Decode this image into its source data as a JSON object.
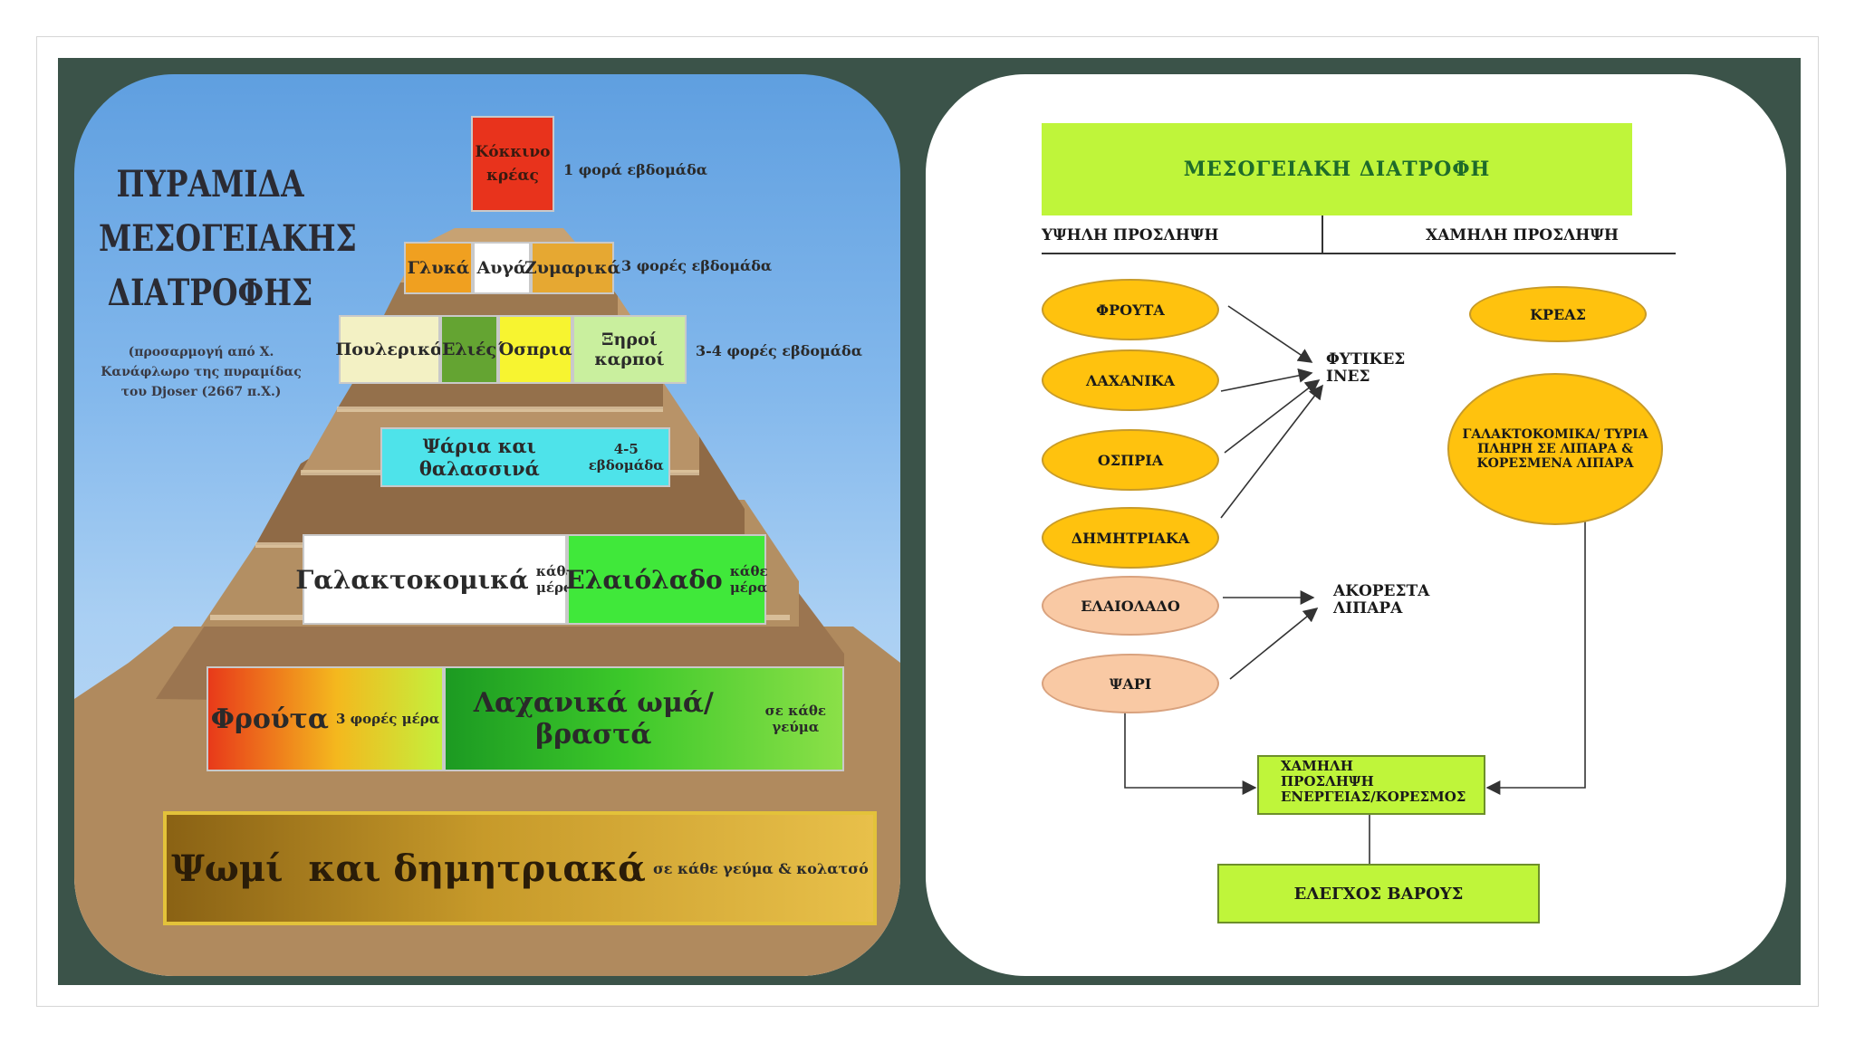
{
  "pyramid": {
    "title_line1": "ΠΥΡΑΜΙΔΑ",
    "title_line2": "ΜΕΣΟΓΕΙΑΚΗΣ",
    "title_line3": "ΔΙΑΤΡΟΦΗΣ",
    "subtitle": "(προσαρμογή από Χ. Κανάφλωρο της πυραμίδας του Djoser (2667 π.Χ.)",
    "tiers": {
      "red_meat": {
        "label": "Κόκκινο κρέας",
        "note": "1 φορά εβδομάδα"
      },
      "sweets_row": {
        "sweets": "Γλυκά",
        "eggs": "Αυγά",
        "pasta": "Ζυμαρικά",
        "note": "3 φορές εβδομάδα"
      },
      "poultry_row": {
        "poultry": "Πουλερικά",
        "olives": "Ελιές",
        "legumes": "Όσπρια",
        "nuts": "Ξηροί καρποί",
        "note": "3-4 φορές εβδομάδα"
      },
      "fish": {
        "label": "Ψάρια και θαλασσινά",
        "note": "4-5 εβδομάδα"
      },
      "dairy": {
        "label": "Γαλακτοκομικά",
        "note": "κάθε μέρα"
      },
      "olive_oil": {
        "label": "Ελαιόλαδο",
        "note": "κάθε μέρα"
      },
      "fruits": {
        "label": "Φρούτα",
        "note": "3 φορές μέρα"
      },
      "vegetables": {
        "label": "Λαχανικά ωμά/βραστά",
        "note": "σε κάθε γεύμα"
      },
      "bread": {
        "label": "Ψωμί  και δημητριακά",
        "note": "σε κάθε γεύμα & κολατσό"
      }
    }
  },
  "flow": {
    "title": "ΜΕΣΟΓΕΙΑΚΗ ΔΙΑΤΡΟΦΗ",
    "high_intake": "ΥΨΗΛΗ ΠΡΟΣΛΗΨΗ",
    "low_intake": "ΧΑΜΗΛΗ ΠΡΟΣΛΗΨΗ",
    "high_items": [
      "ΦΡΟΥΤΑ",
      "ΛΑΧΑΝΙΚΑ",
      "ΟΣΠΡΙΑ",
      "ΔΗΜΗΤΡΙΑΚΑ",
      "ΕΛΑΙΟΛΑΔΟ",
      "ΨΑΡΙ"
    ],
    "low_items": [
      "ΚΡΕΑΣ",
      "ΓΑΛΑΚΤΟΚΟΜΙΚΑ/ ΤΥΡΙΑ ΠΛΗΡΗ ΣΕ ΛΙΠΑΡΑ & ΚΟΡΕΣΜΕΝΑ ΛΙΠΑΡΑ"
    ],
    "fibers_line1": "ΦΥΤΙΚΕΣ",
    "fibers_line2": "ΙΝΕΣ",
    "unsat_line1": "ΑΚΟΡΕΣΤΑ",
    "unsat_line2": "ΛΙΠΑΡΑ",
    "energy_line1": "ΧΑΜΗΛΗ",
    "energy_line2": "ΠΡΟΣΛΗΨΗ",
    "energy_line3": "ΕΝΕΡΓΕΙΑΣ/ΚΟΡΕΣΜΟΣ",
    "weight_control": "ΕΛΕΓΧΟΣ ΒΑΡΟΥΣ",
    "colors": {
      "lime": "#bff53a",
      "yellow": "#ffc20e",
      "peach": "#f9c9a4",
      "title_text": "#1e6b2a"
    }
  }
}
